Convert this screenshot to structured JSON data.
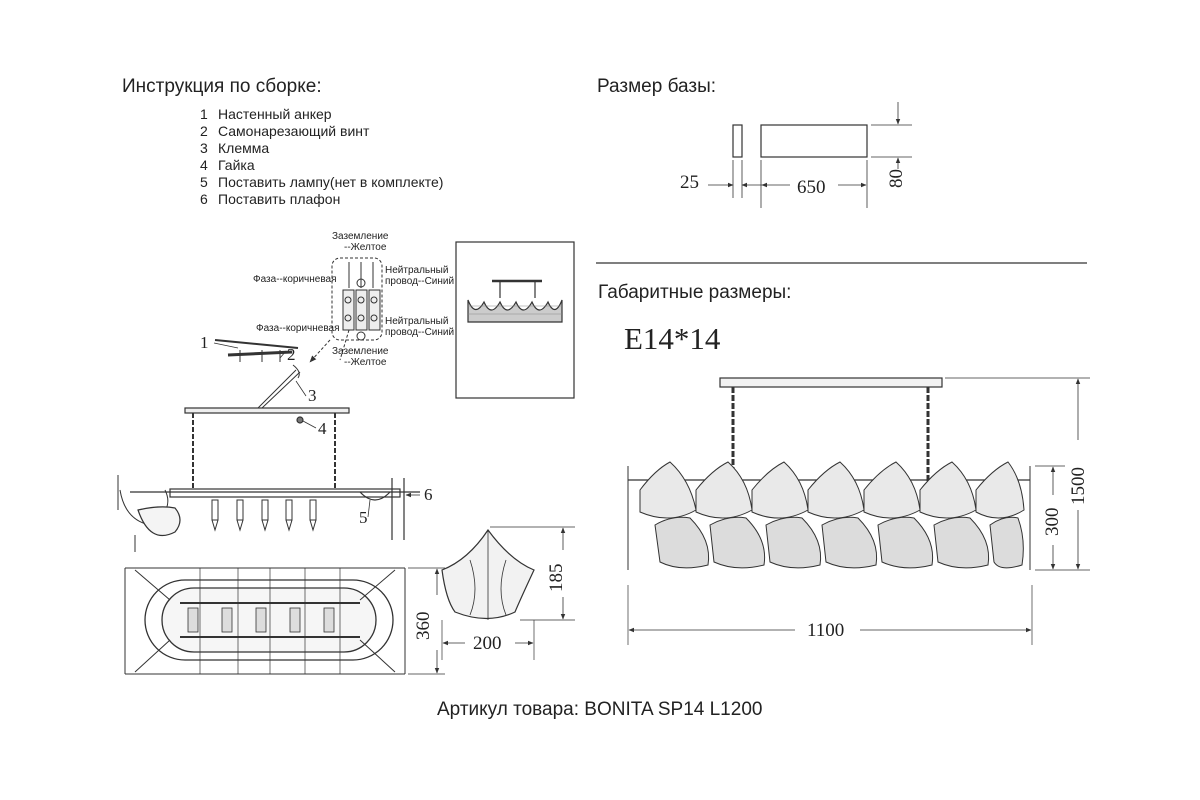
{
  "assembly": {
    "title": "Инструкция по сборке:",
    "steps": [
      {
        "num": "1",
        "text": "Настенный анкер"
      },
      {
        "num": "2",
        "text": "Самонарезающий винт"
      },
      {
        "num": "3",
        "text": "Клемма"
      },
      {
        "num": "4",
        "text": "Гайка"
      },
      {
        "num": "5",
        "text": "Поставить лампу(нет в комплекте)"
      },
      {
        "num": "6",
        "text": "Поставить плафон"
      }
    ]
  },
  "wiring": {
    "ground_top_1": "Заземление",
    "ground_top_2": "--Желтое",
    "phase_top": "Фаза--коричневая",
    "neutral_top_1": "Нейтральный",
    "neutral_top_2": "провод--Синий",
    "phase_bottom": "Фаза--коричневая",
    "neutral_bottom_1": "Нейтральный",
    "neutral_bottom_2": "провод--Синий",
    "ground_bottom_1": "Заземление",
    "ground_bottom_2": "--Желтое"
  },
  "callouts": [
    "1",
    "2",
    "3",
    "4",
    "5",
    "6"
  ],
  "base": {
    "title": "Размер базы:",
    "depth": "25",
    "length": "650",
    "height": "80"
  },
  "overall": {
    "title": "Габаритные размеры:",
    "lamp": "E14*14",
    "total_height": "1500",
    "body_height": "300",
    "width": "1100",
    "plan_depth": "360",
    "shade_width": "200",
    "shade_height": "185"
  },
  "footer": "Артикул товара: BONITA SP14 L1200"
}
